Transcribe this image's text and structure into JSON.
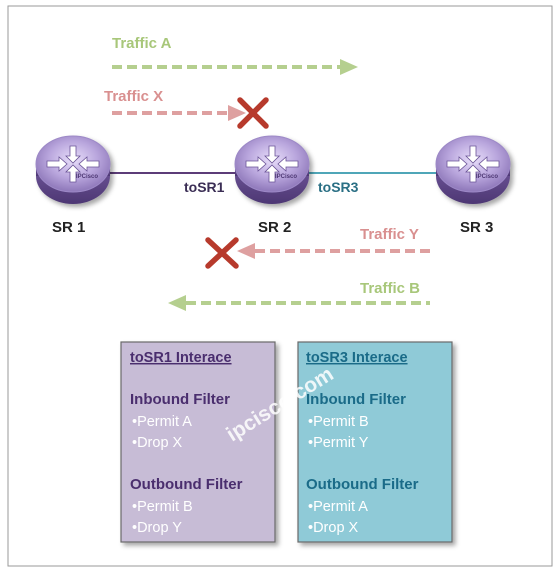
{
  "traffic": {
    "a": "Traffic  A",
    "x": "Traffic  X",
    "y": "Traffic  Y",
    "b": "Traffic  B"
  },
  "routers": {
    "sr1": "SR 1",
    "sr2": "SR 2",
    "sr3": "SR 3",
    "brand": "IPCisco"
  },
  "interfaces": {
    "to_sr1": "toSR1",
    "to_sr3": "toSR3"
  },
  "box1": {
    "title": "toSR1 Interace",
    "inbound_title": "Inbound Filter",
    "inbound_items": [
      "•Permit A",
      "•Drop X"
    ],
    "outbound_title": "Outbound Filter",
    "outbound_items": [
      "•Permit B",
      "•Drop Y"
    ]
  },
  "box3": {
    "title": "toSR3 Interace",
    "inbound_title": "Inbound Filter",
    "inbound_items": [
      "•Permit B",
      "•Permit Y"
    ],
    "outbound_title": "Outbound Filter",
    "outbound_items": [
      "•Permit A",
      "•Drop X"
    ]
  },
  "watermark": "ipcisco.com",
  "colors": {
    "traffic_green": "#b5cf8f",
    "traffic_red": "#dea0a0",
    "block_x": "#b73a2c",
    "box1_fill": "#c7bcd6",
    "box3_fill": "#8fcad7",
    "link_purple": "#5c3c78",
    "link_teal": "#4fa6b8"
  }
}
